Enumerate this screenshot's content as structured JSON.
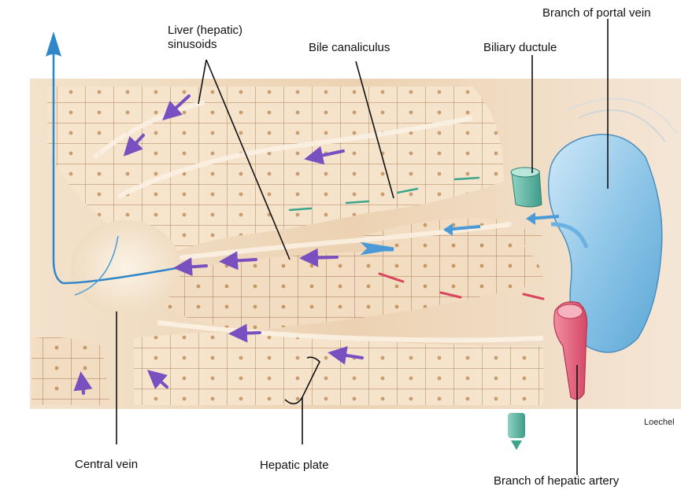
{
  "labels": {
    "portal_vein": "Branch of portal vein",
    "sinusoids_line1": "Liver (hepatic)",
    "sinusoids_line2": "sinusoids",
    "bile_canaliculus": "Bile canaliculus",
    "biliary_ductule": "Biliary ductule",
    "central_vein": "Central vein",
    "hepatic_plate": "Hepatic plate",
    "hepatic_artery": "Branch of hepatic artery",
    "credit": "Loechel"
  },
  "colors": {
    "tissue_background": "#efd9bf",
    "cell_fill": "#f6e4cd",
    "cell_border": "#b7906a",
    "nucleus": "#c79a6c",
    "portal_vein": "#8fc6e8",
    "hepatic_artery": "#e0607a",
    "biliary_ductule": "#63b7a6",
    "sinusoid_arrow": "#7a4fc0",
    "portal_arrow": "#4a9ad8",
    "artery_arrow": "#d9445e",
    "bile_arrow": "#3aa58a",
    "central_vein_arrow": "#2f86c9"
  },
  "icons": [
    "flow-arrow-icon"
  ]
}
